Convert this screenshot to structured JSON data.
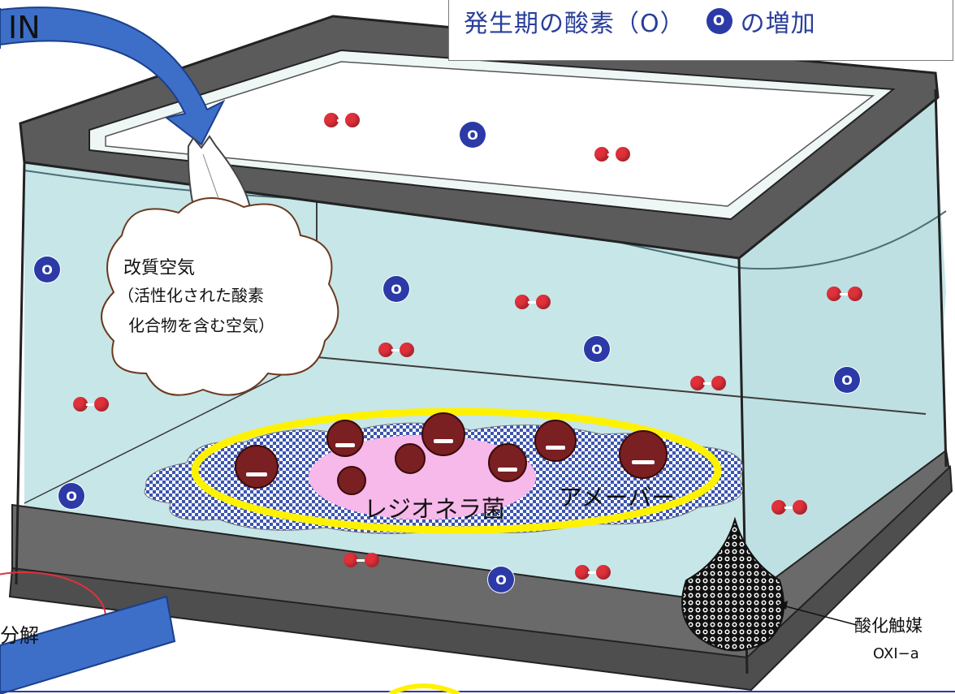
{
  "title": {
    "prefix": "発生期の酸素（O）",
    "badge": "O",
    "suffix": "の増加"
  },
  "in_label": "IN",
  "cloud": {
    "line1": "改質空気",
    "line2": "（活性化された酸素",
    "line3": "化合物を含む空気）"
  },
  "bacteria_label": "レジオネラ菌",
  "amoeba_label": "アメーバー",
  "catalyst": {
    "line1": "酸化触媒",
    "line2": "OXI−a"
  },
  "decompose_label": "分解",
  "o_atom_label": "O",
  "colors": {
    "water": "#c7e6e8",
    "frame": "#5b5b5b",
    "o_atom": "#2b3aa6",
    "o2": "#e0313b",
    "ring": "#fff200",
    "arrow": "#3d6fc9",
    "bacteria_zone": "#f7b8ea"
  }
}
